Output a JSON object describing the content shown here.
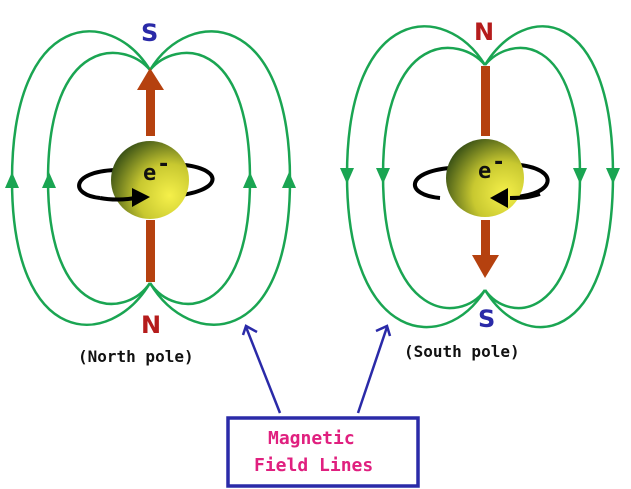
{
  "left_dipole": {
    "top_pole": "S",
    "bottom_pole": "N",
    "caption": "(North pole)",
    "particle_label": "e",
    "particle_charge": "-"
  },
  "right_dipole": {
    "top_pole": "N",
    "bottom_pole": "S",
    "caption": "(South pole)",
    "particle_label": "e",
    "particle_charge": "-"
  },
  "label_box": {
    "line1": "Magnetic",
    "line2": "Field Lines"
  },
  "colors": {
    "field_line": "#1aa552",
    "spin_arrow": "#b5410f",
    "north_label": "#b51c1c",
    "south_label": "#2a2aa8",
    "box_border": "#2a2aa8",
    "box_text": "#e0207f"
  }
}
